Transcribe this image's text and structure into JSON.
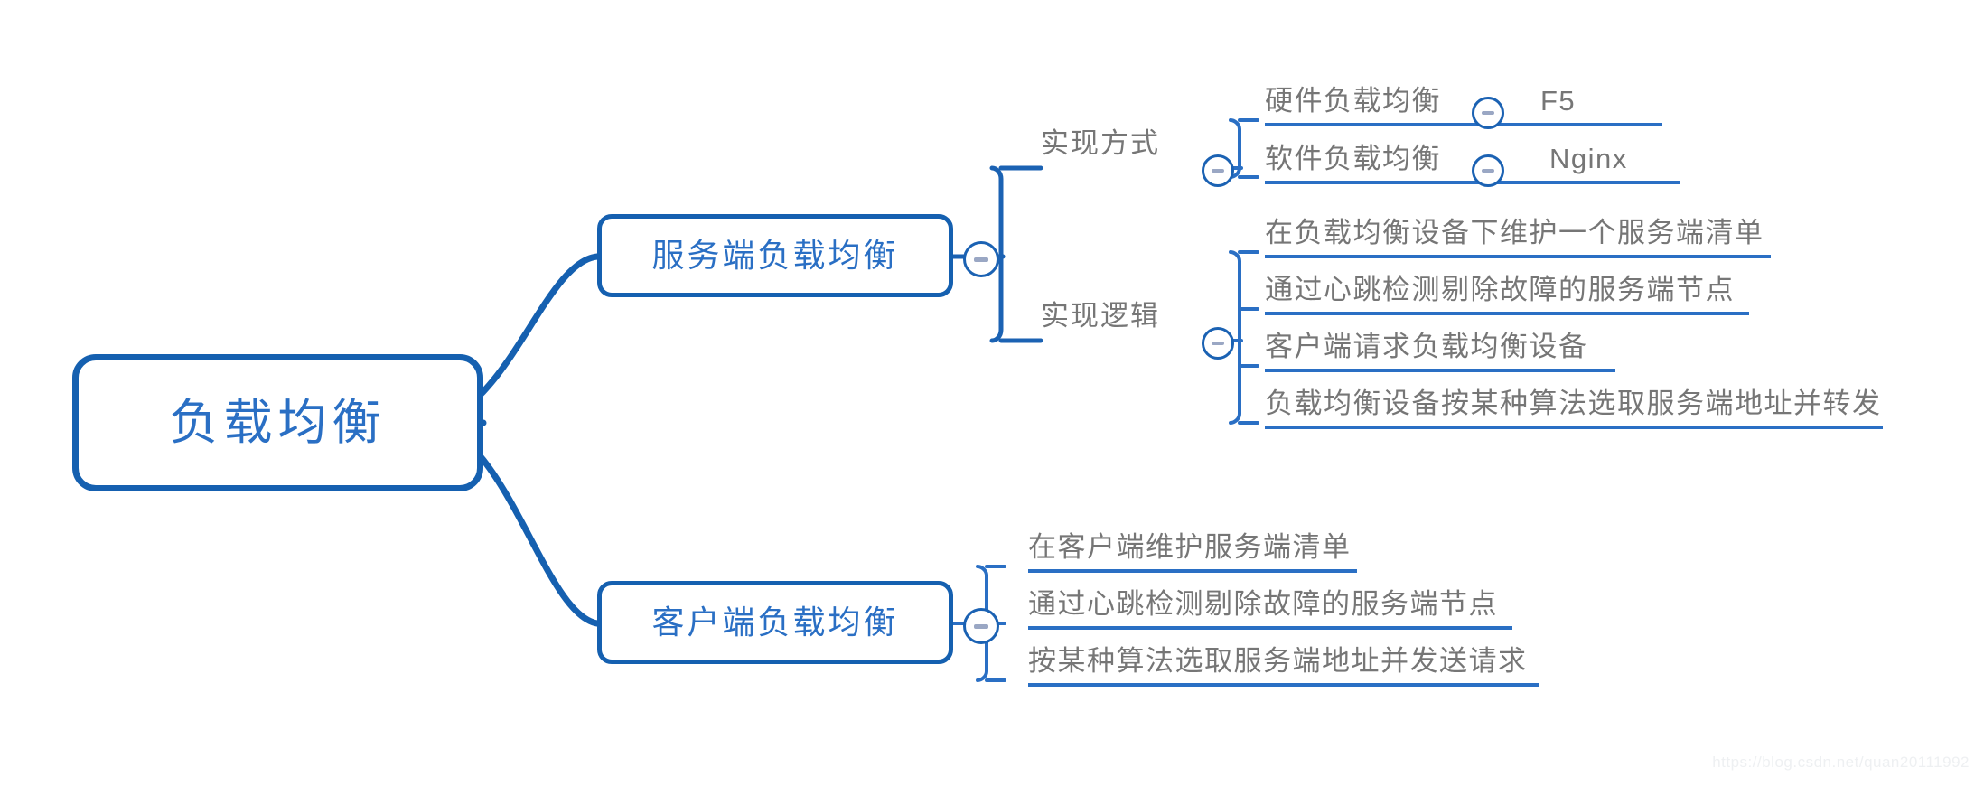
{
  "diagram": {
    "type": "mindmap",
    "title": "负载均衡",
    "colors": {
      "node_border": "#1560b0",
      "node_text": "#2a6fc4",
      "leaf_text": "#767676",
      "connector": "#1b62b3",
      "underline": "#2a6fc4",
      "background": "#ffffff",
      "toggle_bar": "#9aa7c4"
    },
    "root": {
      "label": "负载均衡"
    },
    "branches": [
      {
        "label": "服务端负载均衡",
        "toggle_icon": "collapse-minus-icon",
        "groups": [
          {
            "label": "实现方式",
            "toggle_icon": "collapse-minus-icon",
            "leaves": [
              {
                "label": "硬件负载均衡",
                "toggle_icon": "collapse-minus-icon",
                "value": "F5"
              },
              {
                "label": "软件负载均衡",
                "toggle_icon": "collapse-minus-icon",
                "value": "Nginx"
              }
            ]
          },
          {
            "label": "实现逻辑",
            "toggle_icon": "collapse-minus-icon",
            "leaves": [
              {
                "label": "在负载均衡设备下维护一个服务端清单"
              },
              {
                "label": "通过心跳检测剔除故障的服务端节点"
              },
              {
                "label": "客户端请求负载均衡设备"
              },
              {
                "label": "负载均衡设备按某种算法选取服务端地址并转发"
              }
            ]
          }
        ]
      },
      {
        "label": "客户端负载均衡",
        "toggle_icon": "collapse-minus-icon",
        "groups": [
          {
            "label": "",
            "leaves": [
              {
                "label": "在客户端维护服务端清单"
              },
              {
                "label": "通过心跳检测剔除故障的服务端节点"
              },
              {
                "label": "按某种算法选取服务端地址并发送请求"
              }
            ]
          }
        ]
      }
    ]
  },
  "watermark": {
    "text": "https://blog.csdn.net/quan20111992"
  }
}
